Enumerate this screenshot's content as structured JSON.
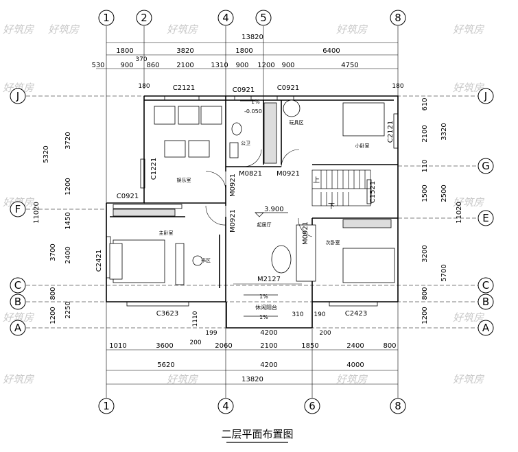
{
  "title": "二层平面布置图",
  "watermark": "好筑房",
  "axes": {
    "top": [
      "1",
      "2",
      "4",
      "5",
      "8"
    ],
    "bottom": [
      "1",
      "4",
      "6",
      "8"
    ],
    "left": [
      "J",
      "F",
      "C",
      "B",
      "A"
    ],
    "right": [
      "J",
      "G",
      "E",
      "C",
      "B",
      "A"
    ]
  },
  "dims": {
    "top_total": "13820",
    "top_row1": [
      "1800",
      "3820",
      "1800",
      "6400"
    ],
    "top_row2": [
      "530",
      "900",
      "370",
      "860",
      "2100",
      "1310",
      "900",
      "1200",
      "900",
      "4750"
    ],
    "bottom_row1": [
      "1010",
      "3600",
      "200",
      "2060",
      "2100",
      "1850",
      "2400",
      "800"
    ],
    "bottom_row2": [
      "5620",
      "4200",
      "4000"
    ],
    "bottom_total": "13820",
    "left_outer": [
      "5320",
      "11020"
    ],
    "left_mid": [
      "3720",
      "1200",
      "1450",
      "3700",
      "1200"
    ],
    "left_inner": [
      "2400",
      "800",
      "2250"
    ],
    "right_inner": [
      "610",
      "2100",
      "110",
      "1500",
      "3200",
      "800",
      "1200"
    ],
    "right_mid": [
      "3320",
      "2500",
      "5700"
    ],
    "right_outer": "11020",
    "misc": [
      "180",
      "199",
      "1110",
      "4200",
      "200",
      "190",
      "310",
      "180"
    ]
  },
  "labels": {
    "windows": [
      "C2121",
      "C0921",
      "C0921",
      "C1221",
      "C0921",
      "C2421",
      "C3623",
      "C2423",
      "C2121",
      "C1521"
    ],
    "doors": [
      "M0821",
      "M0921",
      "M0921",
      "M0921",
      "M0921",
      "M2127"
    ],
    "elevation": "3.900",
    "slope1": "1%",
    "slope2": "-0.050",
    "slope3": "1%",
    "slope4": "1%",
    "up": "上",
    "down": "下"
  },
  "rooms": {
    "entertainment": "娱乐室",
    "master_bedroom": "主卧室",
    "study": "书区",
    "bathroom": "公卫",
    "toy_area": "玩具区",
    "small_bedroom": "小卧室",
    "hall": "起居厅",
    "second_bedroom": "次卧室",
    "balcony": "休闲阳台"
  }
}
